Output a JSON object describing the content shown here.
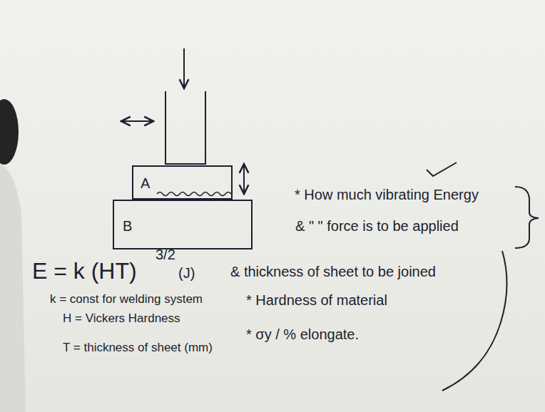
{
  "diagram": {
    "nodes": [
      {
        "text": [
          "A"
        ]
      },
      {
        "text": [
          "B"
        ]
      }
    ],
    "labels": [
      "* How much vibrating Energy",
      "& \" \" force is to be applied",
      "E = k (HT)",
      "3/2",
      "(J)",
      "& thickness of sheet to be joined",
      "k = const for welding system",
      "* Hardness of material",
      "H = Vickers Hardness",
      "* σy / % elongate.",
      "T = thickness of sheet (mm)"
    ]
  }
}
